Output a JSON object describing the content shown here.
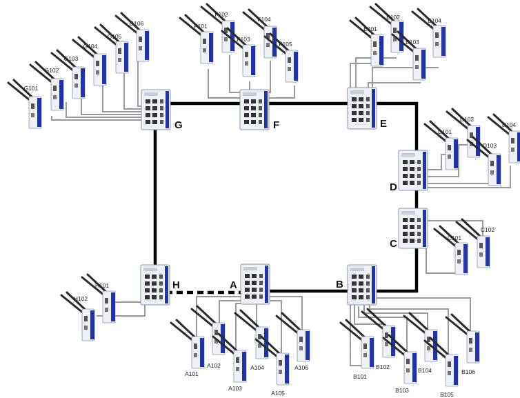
{
  "colors": {
    "ring": "#000000",
    "link": "#9a9a9a",
    "device_body": "#eef1f8",
    "device_blue": "#2233aa",
    "antenna": "#2a2a2a"
  },
  "switches": [
    {
      "id": "G",
      "label": "G"
    },
    {
      "id": "F",
      "label": "F"
    },
    {
      "id": "E",
      "label": "E"
    },
    {
      "id": "D",
      "label": "D"
    },
    {
      "id": "C",
      "label": "C"
    },
    {
      "id": "B",
      "label": "B"
    },
    {
      "id": "A",
      "label": "A"
    },
    {
      "id": "H",
      "label": "H"
    }
  ],
  "access_points": [
    {
      "label": "G101",
      "switch": "G"
    },
    {
      "label": "G102",
      "switch": "G"
    },
    {
      "label": "G103",
      "switch": "G"
    },
    {
      "label": "G104",
      "switch": "G"
    },
    {
      "label": "G105",
      "switch": "G"
    },
    {
      "label": "G106",
      "switch": "G"
    },
    {
      "label": "F101",
      "switch": "F"
    },
    {
      "label": "F102",
      "switch": "F"
    },
    {
      "label": "F103",
      "switch": "F"
    },
    {
      "label": "F104",
      "switch": "F"
    },
    {
      "label": "F105",
      "switch": "F"
    },
    {
      "label": "E101",
      "switch": "E"
    },
    {
      "label": "E102",
      "switch": "E"
    },
    {
      "label": "E103",
      "switch": "E"
    },
    {
      "label": "E104",
      "switch": "E"
    },
    {
      "label": "D101",
      "switch": "D"
    },
    {
      "label": "D102",
      "switch": "D"
    },
    {
      "label": "D103",
      "switch": "D"
    },
    {
      "label": "D104",
      "switch": "D"
    },
    {
      "label": "C101",
      "switch": "C"
    },
    {
      "label": "C102",
      "switch": "C"
    },
    {
      "label": "B101",
      "switch": "B"
    },
    {
      "label": "B102",
      "switch": "B"
    },
    {
      "label": "B103",
      "switch": "B"
    },
    {
      "label": "B104",
      "switch": "B"
    },
    {
      "label": "B105",
      "switch": "B"
    },
    {
      "label": "B106",
      "switch": "B"
    },
    {
      "label": "A101",
      "switch": "A"
    },
    {
      "label": "A102",
      "switch": "A"
    },
    {
      "label": "A103",
      "switch": "A"
    },
    {
      "label": "A104",
      "switch": "A"
    },
    {
      "label": "A105",
      "switch": "A"
    },
    {
      "label": "A106",
      "switch": "A"
    },
    {
      "label": "H101",
      "switch": "H"
    },
    {
      "label": "H102",
      "switch": "H"
    }
  ],
  "ring_links": [
    {
      "from": "G",
      "to": "F",
      "style": "solid"
    },
    {
      "from": "F",
      "to": "E",
      "style": "solid"
    },
    {
      "from": "E",
      "to": "D",
      "style": "solid"
    },
    {
      "from": "D",
      "to": "C",
      "style": "solid"
    },
    {
      "from": "C",
      "to": "B",
      "style": "solid"
    },
    {
      "from": "B",
      "to": "A",
      "style": "solid"
    },
    {
      "from": "A",
      "to": "H",
      "style": "dashed"
    },
    {
      "from": "H",
      "to": "G",
      "style": "solid"
    }
  ]
}
